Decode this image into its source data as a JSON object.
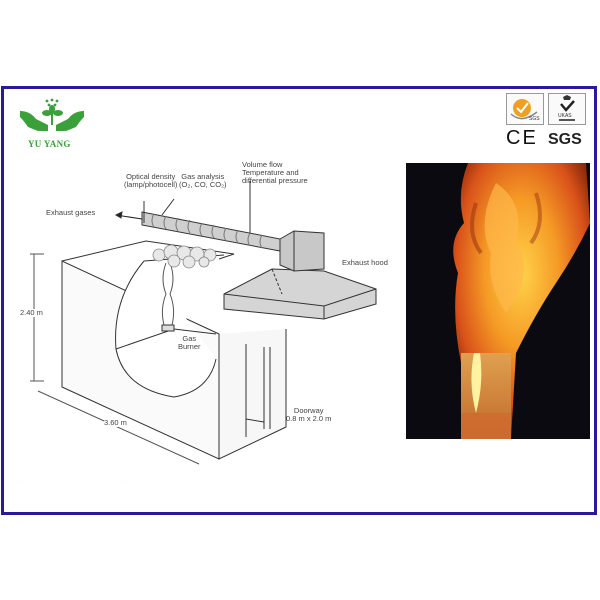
{
  "brand": {
    "name": "YU YANG",
    "logo_color": "#3aa03a"
  },
  "certifications": {
    "badges": [
      "SGS",
      "UKAS"
    ],
    "ce_mark": "CE",
    "sgs_mark": "SGS"
  },
  "diagram": {
    "labels": {
      "optical_density": "Optical density",
      "optical_density_sub": "(lamp/photocell)",
      "gas_analysis": "Gas analysis",
      "gas_analysis_sub": "(O₂, CO, CO₂)",
      "volume_flow": "Volume flow",
      "volume_flow_sub1": "Temperature and",
      "volume_flow_sub2": "differential pressure",
      "exhaust_gases": "Exhaust gases",
      "exhaust_hood": "Exhaust hood",
      "height": "2.40 m",
      "gas_burner_1": "Gas",
      "gas_burner_2": "Burner",
      "width": "3.60 m",
      "doorway_1": "Doorway",
      "doorway_2": "0.8 m x 2.0 m"
    }
  },
  "photo": {
    "subject": "room-corner-fire-test-flames"
  },
  "colors": {
    "frame": "#2a1a9a",
    "flame_core": "#ffcc33",
    "flame_outer": "#e8601a",
    "background_dark": "#0a0a0f"
  }
}
